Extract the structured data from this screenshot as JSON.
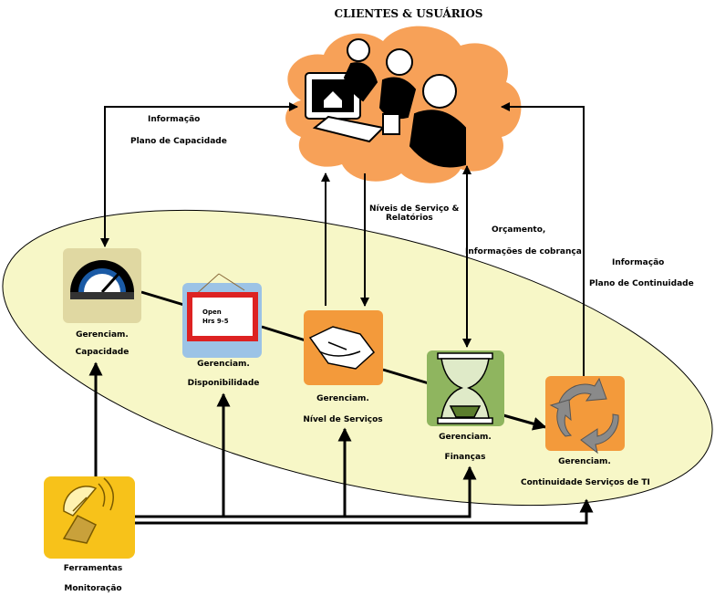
{
  "title": "CLIENTES & USUÁRIOS",
  "labels": {
    "info_capacidade_1": "Informação",
    "info_capacidade_2": "Plano de Capacidade",
    "niveis_servico_1": "Níveis de Serviço &",
    "niveis_servico_2": "Relatórios",
    "orcamento_1": "Orçamento,",
    "orcamento_2": "Informações de cobrança",
    "info_continuidade_1": "Informação",
    "info_continuidade_2": "Plano de Continuidade"
  },
  "nodes": {
    "capacidade": {
      "line1": "Gerenciam.",
      "line2": "Capacidade",
      "icon": "speedometer-icon",
      "color": "#e0d8a2"
    },
    "disponibilidade": {
      "line1": "Gerenciam.",
      "line2": "Disponibilidade",
      "icon": "open-sign-icon",
      "color": "#9cc3e6",
      "sign_line1": "Open",
      "sign_line2": "Hrs 9-5"
    },
    "nivel_servicos": {
      "line1": "Gerenciam.",
      "line2": "Nível de Serviços",
      "icon": "handshake-icon",
      "color": "#f39a3b"
    },
    "financas": {
      "line1": "Gerenciam.",
      "line2": "Finanças",
      "icon": "hourglass-icon",
      "color": "#8fb55f"
    },
    "continuidade": {
      "line1": "Gerenciam.",
      "line2": "Continuidade Serviços de TI",
      "icon": "cycle-arrows-icon",
      "color": "#f39a3b"
    },
    "ferramentas": {
      "line1": "Ferramentas",
      "line2": "Monitoração",
      "icon": "satellite-dish-icon",
      "color": "#f7c21a"
    }
  },
  "colors": {
    "ellipse": "#f7f7c7",
    "cloud": "#f7a158",
    "arrow": "#000000"
  }
}
